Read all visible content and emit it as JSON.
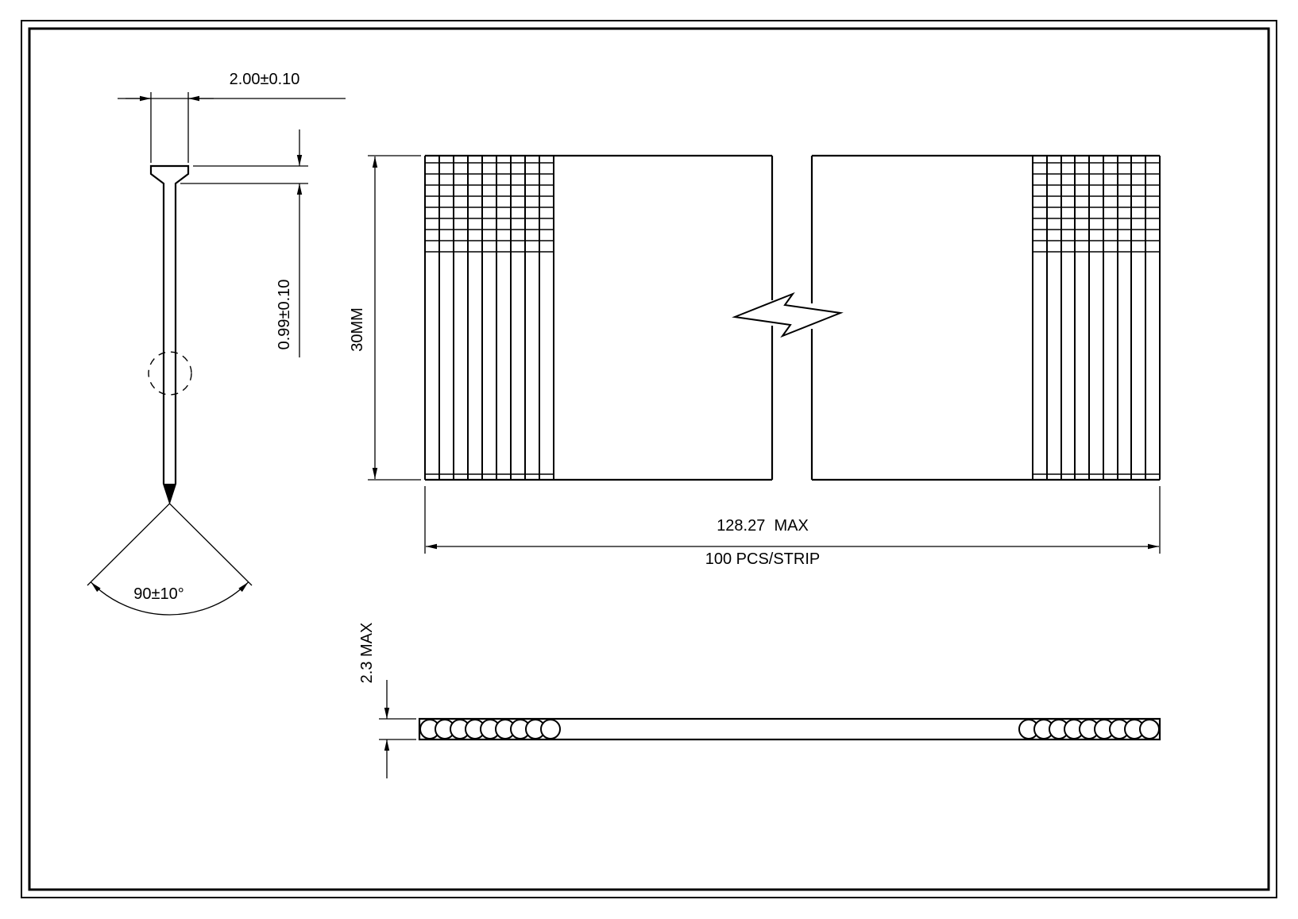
{
  "colors": {
    "background": "#ffffff",
    "ink": "#000000"
  },
  "views": {
    "nail_side_view": {
      "head_width_dim": "2.00±0.10",
      "head_thickness_dim": "0.99±0.10",
      "point_angle_dim": "90±10°"
    },
    "strip_front_view": {
      "height_dim": "30MM",
      "length_dim": "128.27  MAX",
      "count_label": "100 PCS/STRIP"
    },
    "strip_top_view": {
      "thickness_dim": "2.3 MAX"
    }
  }
}
